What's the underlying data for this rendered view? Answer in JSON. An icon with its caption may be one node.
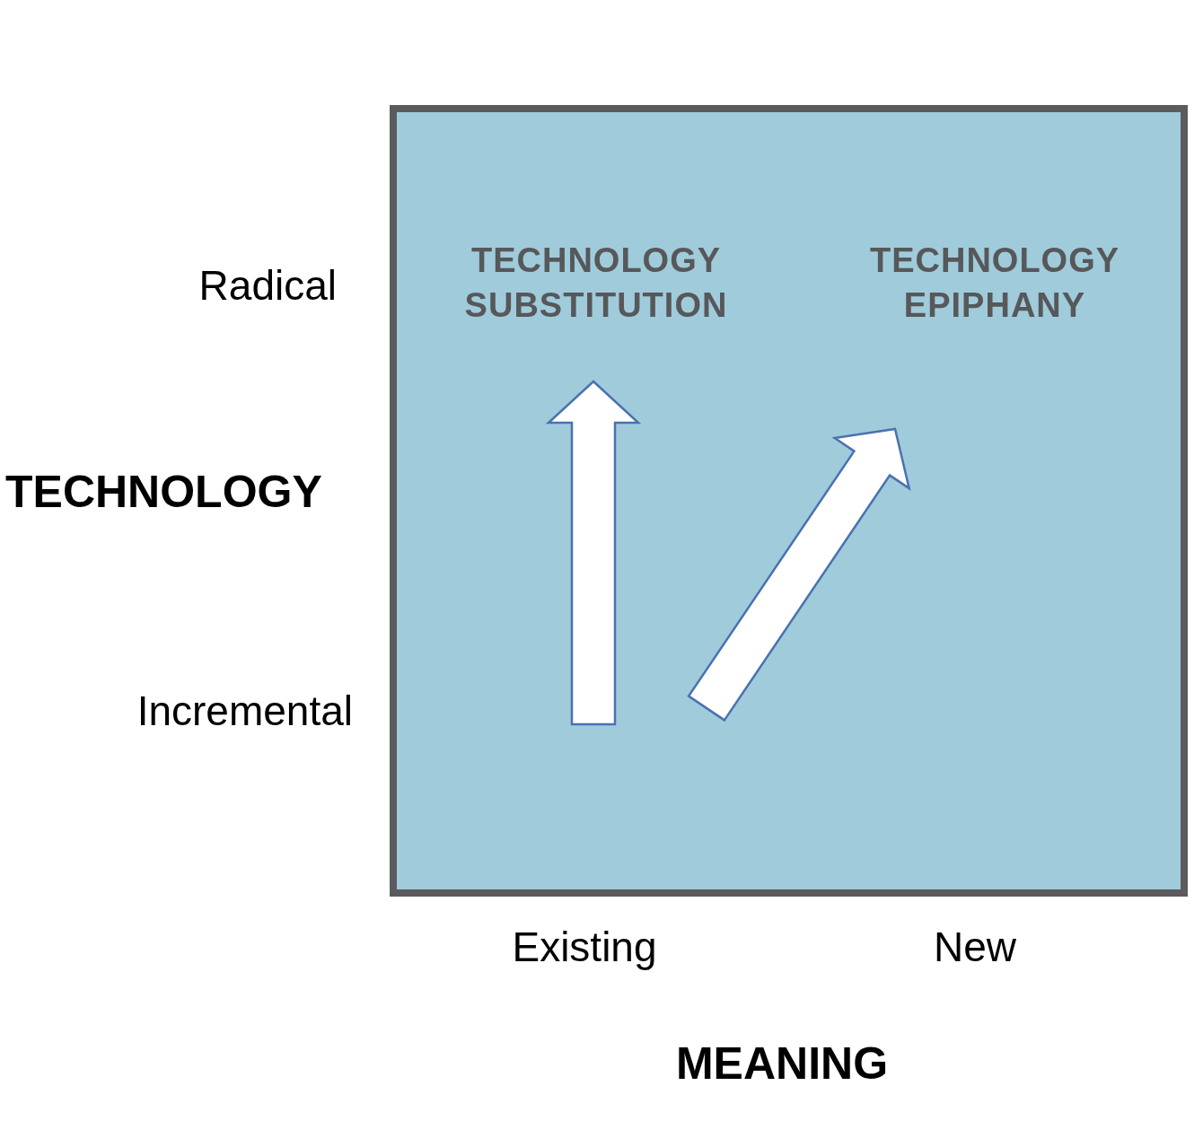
{
  "diagram": {
    "nodes": [
      {
        "text": [],
        "shape": "box"
      },
      {
        "text": [
          "TECHNOLOGY SUBSTITUTION"
        ],
        "in": 0
      },
      {
        "text": [
          "TECHNOLOGY EPIPHANY"
        ],
        "in": 0
      }
    ],
    "labels": [
      "Radical",
      "TECHNOLOGY",
      "Incremental",
      "Existing",
      "New",
      "MEANING"
    ]
  }
}
